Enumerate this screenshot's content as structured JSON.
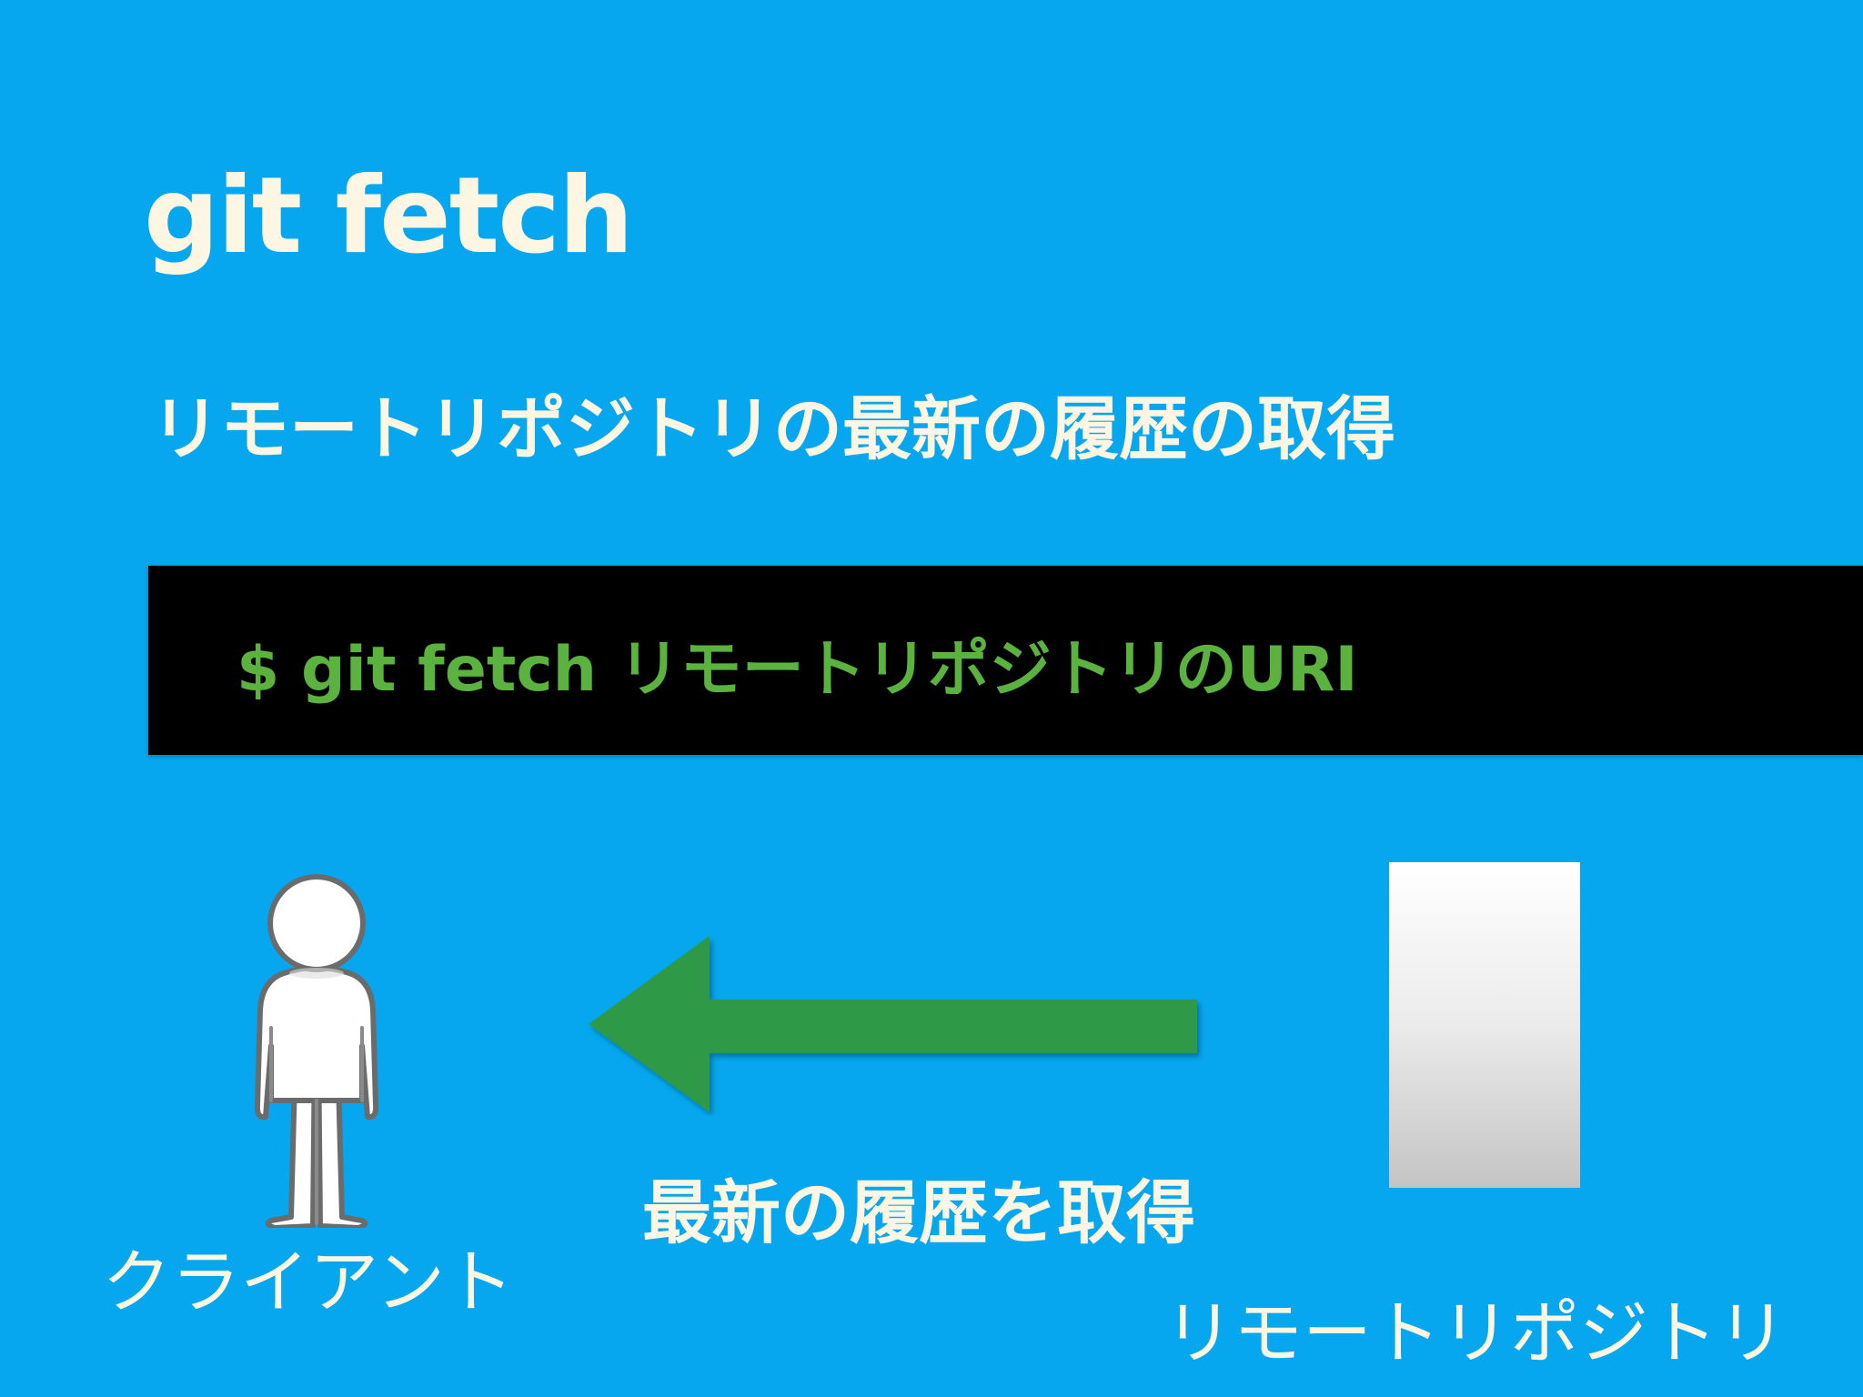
{
  "slide": {
    "title": "git fetch",
    "subtitle": "リモートリポジトリの最新の履歴の取得",
    "command": "$ git fetch リモートリポジトリのURI",
    "arrow_label": "最新の履歴を取得",
    "client_label": "クライアント",
    "repo_label": "リモートリポジトリ"
  },
  "colors": {
    "background": "#06a7ee",
    "text": "#fdf6e3",
    "command_bar": "#000000",
    "command_text": "#5cb23f",
    "arrow": "#2f9a46"
  },
  "icons": {
    "client": "person-icon",
    "transfer": "arrow-left-icon",
    "repository": "repository-box"
  }
}
